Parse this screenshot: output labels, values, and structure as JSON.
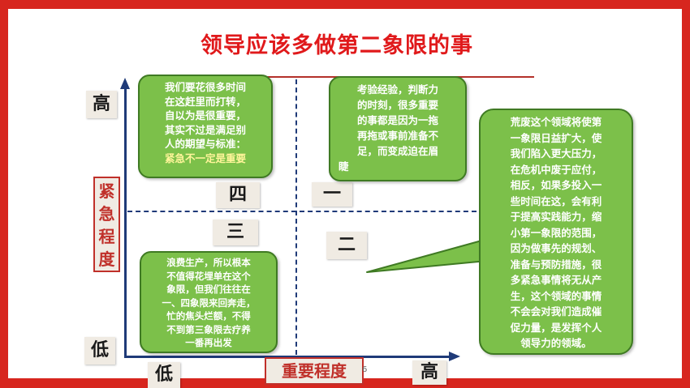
{
  "title": "领导应该多做第二象限的事",
  "axes": {
    "y_title_chars": [
      "紧",
      "急",
      "程",
      "度"
    ],
    "x_title": "重要程度",
    "y_high": "高",
    "y_low": "低",
    "x_low": "低",
    "x_high": "高"
  },
  "quadrants": {
    "q4": "四",
    "q1": "一",
    "q3": "三",
    "q2": "二"
  },
  "boxes": {
    "q4_lines": [
      "我们要花很多时间",
      "在这赶里而打转，",
      "自以为是很重要，",
      "其实不过是满足别",
      "人的期望与标准："
    ],
    "q4_emphasis": "紧急不一定是重要",
    "q1_lines": [
      "考验经验，判断力",
      "的时刻，很多重要",
      "的事都是因为一拖",
      "再拖或事前准备不",
      "足，而变成迫在眉",
      "睫"
    ],
    "q3_lines": [
      "浪费生产，所以根本",
      "不值得花埋单在这个",
      "象限，但我们往往在",
      "一、四象限来回奔走，",
      "忙的焦头烂额，不得",
      "不到第三象限去疗养",
      "一番再出发"
    ],
    "callout_lines": [
      "荒废这个领域将使第",
      "一象限日益扩大，使",
      "我们陷入更大压力，",
      "在危机中废于应付，",
      "相反，如果多投入一",
      "些时间在这，会有利",
      "于提高实践能力，缩",
      "小第一象限的范围，",
      "因为做事先的规划、",
      "准备与预防措施，很",
      "多紧急事情将无从产",
      "生，这个领域的事情",
      "不会会对我们造成催",
      "促力量，是发挥个人",
      "领导力的领域。"
    ]
  },
  "page_number": "6",
  "colors": {
    "frame": "#d7261e",
    "title": "#e0191b",
    "axis": "#1f3a78",
    "box_fill": "#7cc04a",
    "box_border": "#3f7a23",
    "label_bg": "#f0ebe3"
  }
}
